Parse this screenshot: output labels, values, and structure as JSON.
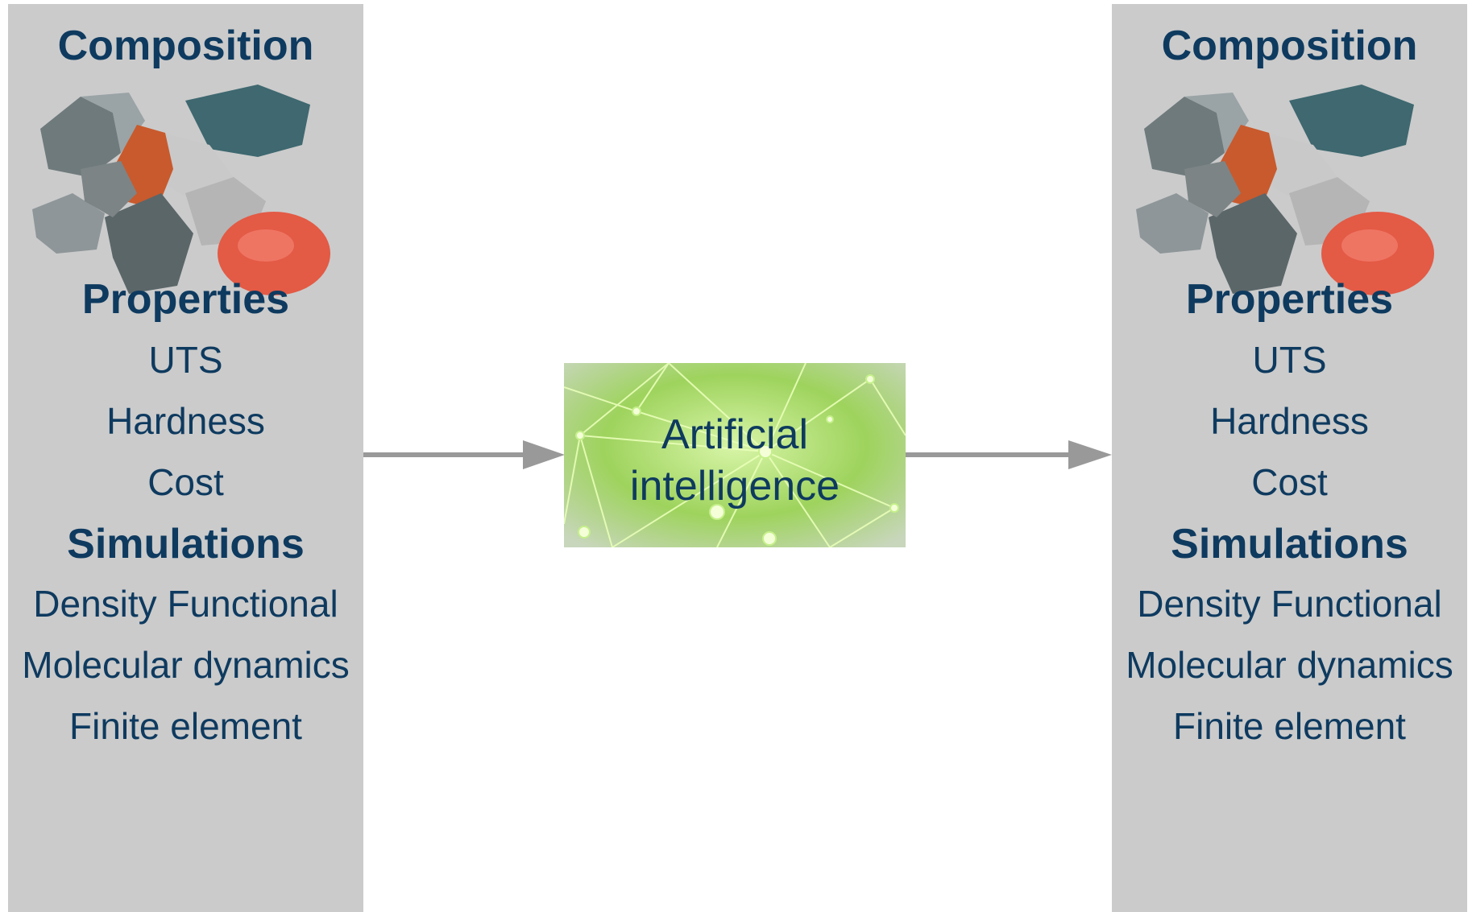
{
  "left_panel": {
    "composition": "Composition",
    "properties": "Properties",
    "property_items": [
      "UTS",
      "Hardness",
      "Cost"
    ],
    "simulations": "Simulations",
    "simulation_items": [
      "Density Functional",
      "Molecular dynamics",
      "Finite element"
    ]
  },
  "center": {
    "ai_line1": "Artificial",
    "ai_line2": "intelligence"
  },
  "right_panel": {
    "composition": "Composition",
    "properties": "Properties",
    "property_items": [
      "UTS",
      "Hardness",
      "Cost"
    ],
    "simulations": "Simulations",
    "simulation_items": [
      "Density Functional",
      "Molecular dynamics",
      "Finite element"
    ]
  },
  "colors": {
    "panel": "#cbcbcb",
    "text": "#0e3a5f",
    "arrow": "#999999",
    "network": "#8fd14f"
  }
}
